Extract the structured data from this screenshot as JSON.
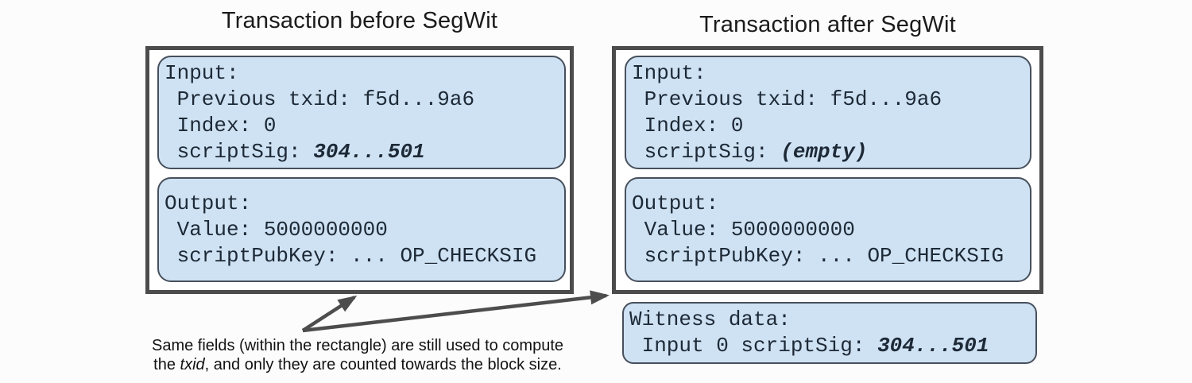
{
  "colors": {
    "box_fill": "#cfe2f3",
    "box_border": "#47505c",
    "rect_border": "#4c4c4c",
    "arrow": "#4d4d4d",
    "mono_text": "#1d2936"
  },
  "left_panel": {
    "title": "Transaction before SegWit",
    "input_box": {
      "line1": "Input:",
      "line2": " Previous txid: f5d...9a6",
      "line3": " Index: 0",
      "script_sig_label": " scriptSig: ",
      "script_sig_value": "304...501"
    },
    "output_box": {
      "line1": "Output:",
      "line2": " Value: 5000000000",
      "line3": " scriptPubKey: ... OP_CHECKSIG"
    }
  },
  "right_panel": {
    "title": "Transaction after SegWit",
    "input_box": {
      "line1": "Input:",
      "line2": " Previous txid: f5d...9a6",
      "line3": " Index: 0",
      "script_sig_label": " scriptSig: ",
      "script_sig_value": "(empty)"
    },
    "output_box": {
      "line1": "Output:",
      "line2": " Value: 5000000000",
      "line3": " scriptPubKey: ... OP_CHECKSIG"
    },
    "witness_box": {
      "line1": "Witness data:",
      "line2_label": " Input 0 scriptSig: ",
      "line2_value": "304...501"
    }
  },
  "annotation": {
    "line1": "Same fields (within the rectangle) are still used to compute",
    "line2_pre": "the ",
    "line2_italic": "txid",
    "line2_post": ", and only they are counted towards the block size."
  }
}
